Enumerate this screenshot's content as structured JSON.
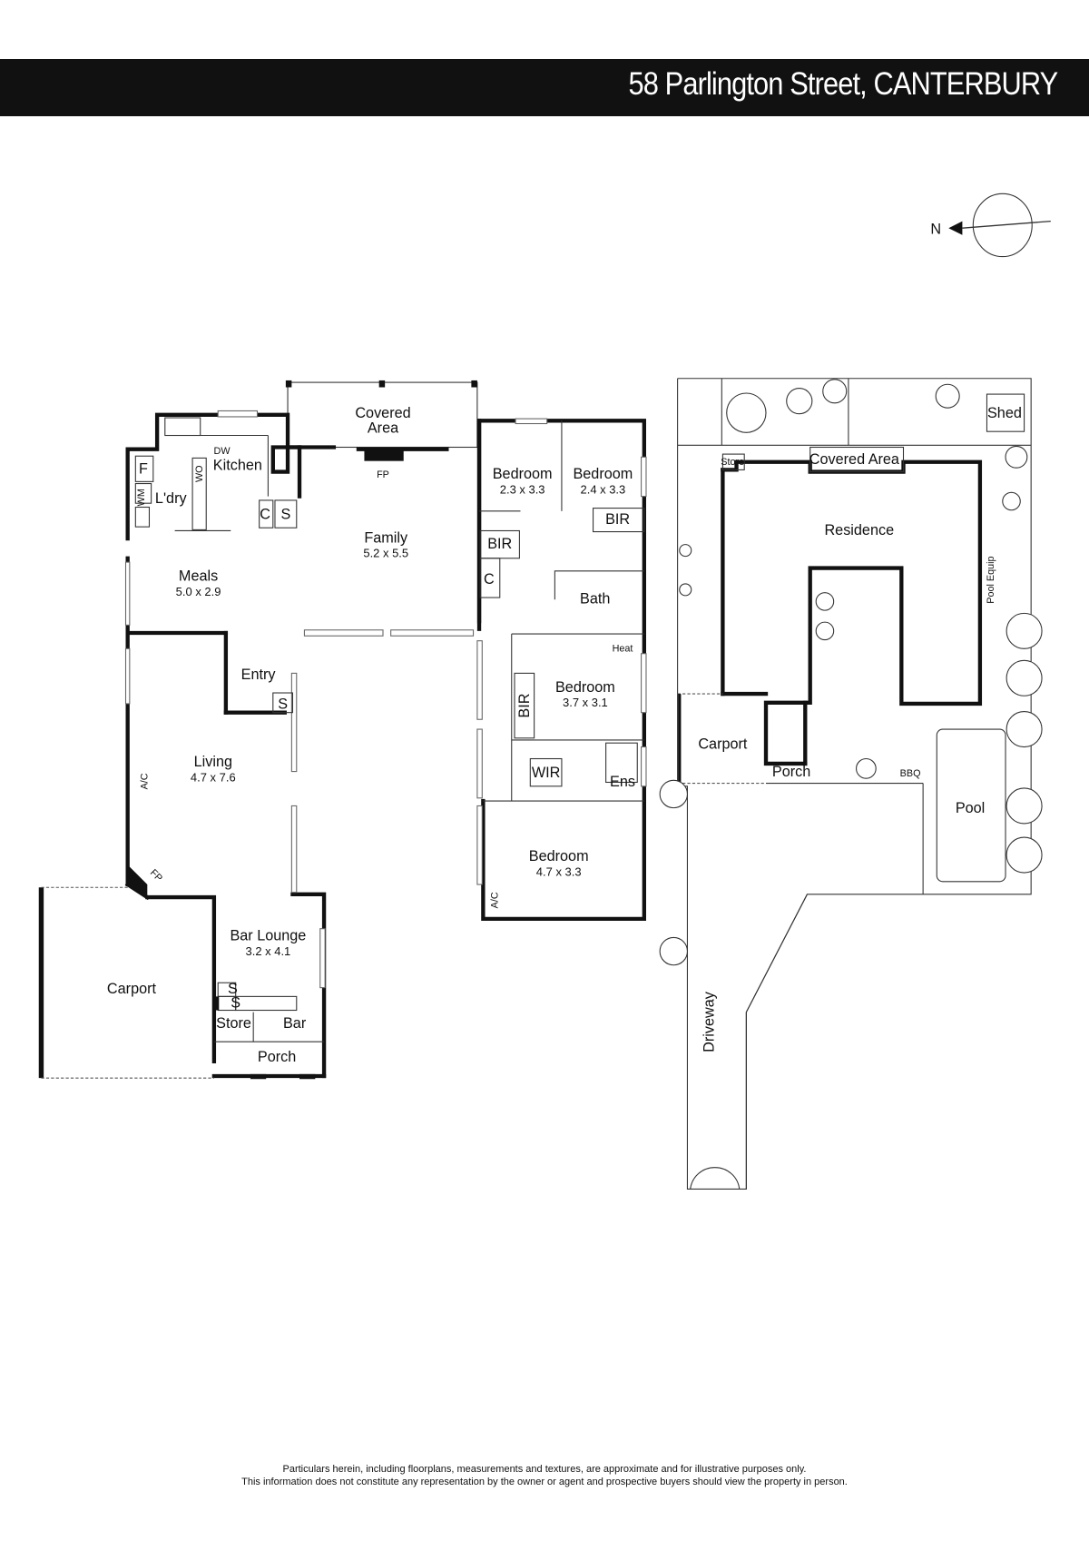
{
  "header": {
    "title": "58 Parlington Street, CANTERBURY"
  },
  "compass": {
    "label": "N"
  },
  "floorplan": {
    "rooms": [
      {
        "name": "Covered\nArea",
        "line1": "Covered",
        "line2": "Area"
      },
      {
        "name": "Kitchen"
      },
      {
        "name": "L'dry"
      },
      {
        "name": "Family",
        "size": "5.2 x 5.5"
      },
      {
        "name": "Meals",
        "size": "5.0 x 2.9"
      },
      {
        "name": "Entry"
      },
      {
        "name": "Living",
        "size": "4.7 x 7.6"
      },
      {
        "name": "Bar Lounge",
        "size": "3.2 x 4.1"
      },
      {
        "name": "Carport"
      },
      {
        "name": "Store"
      },
      {
        "name": "Bar"
      },
      {
        "name": "Porch"
      },
      {
        "name": "Bedroom",
        "size": "2.3 x 3.3"
      },
      {
        "name": "Bedroom",
        "size": "2.4 x 3.3"
      },
      {
        "name": "Bath"
      },
      {
        "name": "Bedroom",
        "size": "3.7 x 3.1"
      },
      {
        "name": "WIR"
      },
      {
        "name": "Ens"
      },
      {
        "name": "Bedroom",
        "size": "4.7 x 3.3"
      }
    ],
    "fixtures": {
      "fp": "FP",
      "dw": "DW",
      "wo": "WO",
      "f": "F",
      "wm": "WM",
      "c": "C",
      "s": "S",
      "bir": "BIR",
      "heat": "Heat",
      "ac": "A/C"
    }
  },
  "siteplan": {
    "labels": {
      "shed": "Shed",
      "store": "Store",
      "covered_area": "Covered Area",
      "residence": "Residence",
      "pool_equip": "Pool Equip",
      "carport": "Carport",
      "porch": "Porch",
      "bbq": "BBQ",
      "pool": "Pool",
      "driveway": "Driveway"
    }
  },
  "disclaimer": {
    "line1": "Particulars herein, including floorplans, measurements and textures, are approximate and for illustrative purposes only.",
    "line2": "This information does not constitute any representation by the owner or agent and prospective buyers should view the property in person."
  }
}
